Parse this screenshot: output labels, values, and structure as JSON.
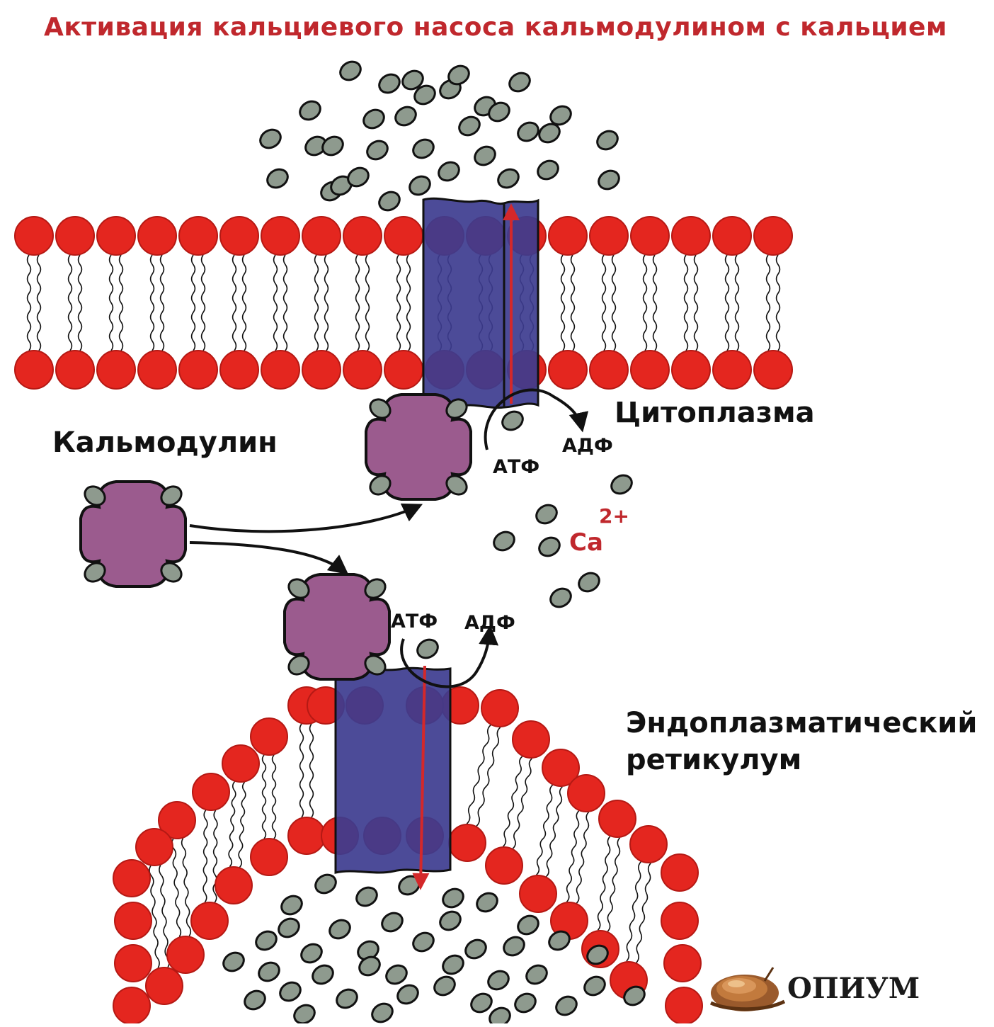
{
  "title": "Активация кальциевого насоса кальмодулином с кальцием",
  "labels": {
    "cytoplasm": "Цитоплазма",
    "calmodulin": "Кальмодулин",
    "er_line1": "Эндоплазматический",
    "er_line2": "ретикулум",
    "atp": "АТФ",
    "adp": "АДФ",
    "ion": "Ca",
    "ion_charge": "2+"
  },
  "logo": {
    "text": "ОПИУМ"
  },
  "colors": {
    "title": "#c0282d",
    "lipid_head": "#e4261f",
    "lipid_head_stroke": "#b51914",
    "pump": "#3d3c8f",
    "calmodulin": "#9b5b8e",
    "calcium_ion": "#8e9a8e",
    "arrow_transport": "#d4282a"
  }
}
